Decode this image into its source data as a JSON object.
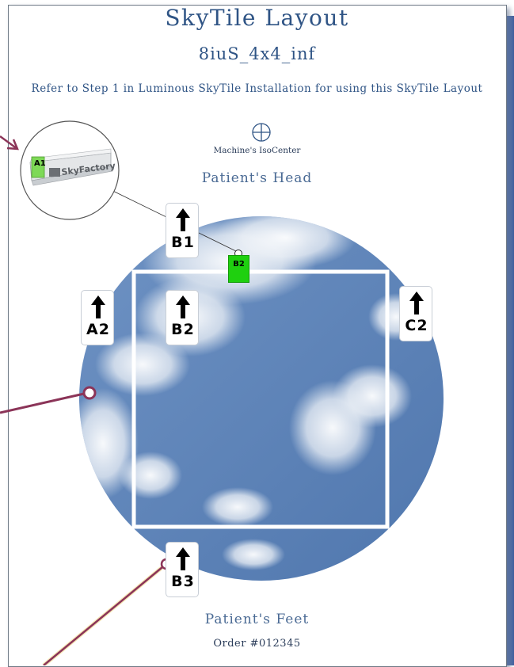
{
  "layout": {
    "title": "SkyTile Layout",
    "subtitle": "8iuS_4x4_inf",
    "instructions": "Refer to Step 1 in Luminous SkyTile Installation for using this SkyTile Layout",
    "isocenter_label": "Machine's IsoCenter",
    "head_label": "Patient's Head",
    "feet_label": "Patient's Feet",
    "order_label": "Order #012345"
  },
  "tiles": [
    {
      "code": "B1"
    },
    {
      "code": "A2"
    },
    {
      "code": "B2"
    },
    {
      "code": "C2"
    },
    {
      "code": "B3"
    }
  ],
  "marker": {
    "code": "B2"
  },
  "inset": {
    "tile_code": "A1",
    "brand": "SkyFactory"
  },
  "colors": {
    "title_blue": "#2f5485",
    "sky_blue": "#5b82b8",
    "callout_line": "#8b3458",
    "marker_green": "#1fd00f",
    "inset_green": "#7ed957"
  }
}
